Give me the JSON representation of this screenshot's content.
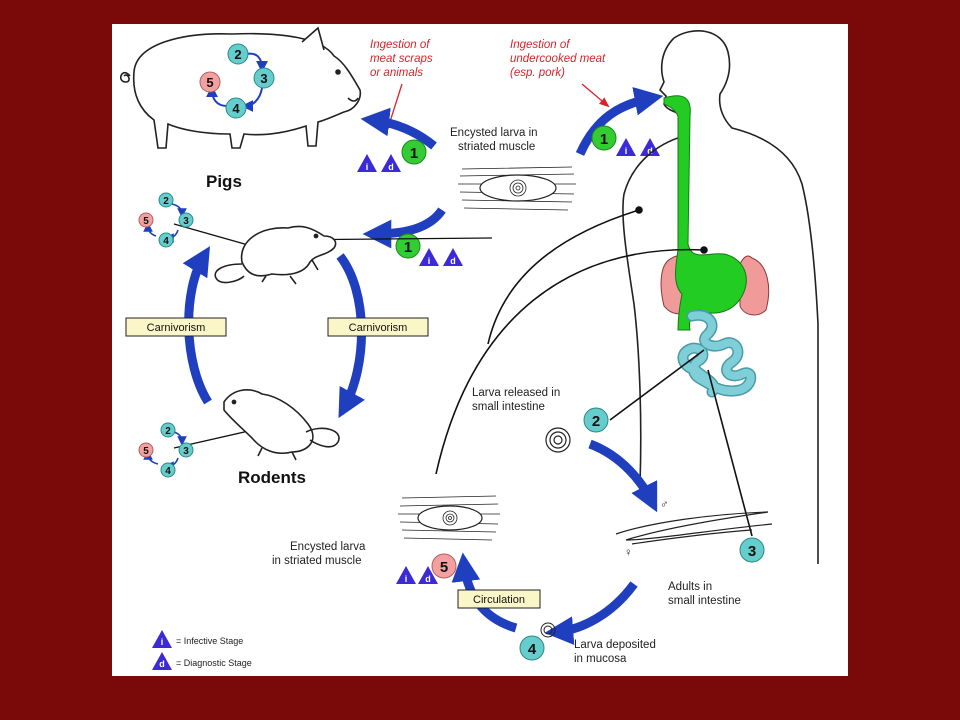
{
  "labels": {
    "ingestion_scraps": [
      "Ingestion of",
      "meat scraps",
      "or animals"
    ],
    "ingestion_meat": [
      "Ingestion of",
      "undercooked meat",
      "(esp. pork)"
    ],
    "encysted_top": [
      "Encysted larva in",
      "striated muscle"
    ],
    "pigs": "Pigs",
    "rodents": "Rodents",
    "carnivorism_left": "Carnivorism",
    "carnivorism_right": "Carnivorism",
    "larva_released": [
      "Larva released in",
      "small intestine"
    ],
    "adults": [
      "Adults in",
      "small intestine"
    ],
    "larva_deposited": [
      "Larva deposited",
      "in mucosa"
    ],
    "encysted_bottom": [
      "Encysted larva",
      "in striated muscle"
    ],
    "circulation": "Circulation",
    "male_symbol": "♂",
    "female_symbol": "♀"
  },
  "markers": {
    "infective": "i",
    "diagnostic": "d",
    "stage_1": "1",
    "stage_2": "2",
    "stage_3": "3",
    "stage_4": "4",
    "stage_5": "5"
  },
  "legend": {
    "infective_text": "= Infective Stage",
    "diagnostic_text": "= Diagnostic Stage"
  },
  "colors": {
    "background": "#7a0a0a",
    "arrow_blue": "#1f3fbf",
    "stage_green": "#33cc33",
    "stage_cyan": "#66cccc",
    "stage_pink": "#f4a0a0",
    "triangle_purple": "#3b2ad6",
    "caption_red": "#d8232a",
    "digestive_green": "#22cc22",
    "lung_pink": "#f09a9a",
    "intestine_cyan": "#7fcfd8"
  }
}
